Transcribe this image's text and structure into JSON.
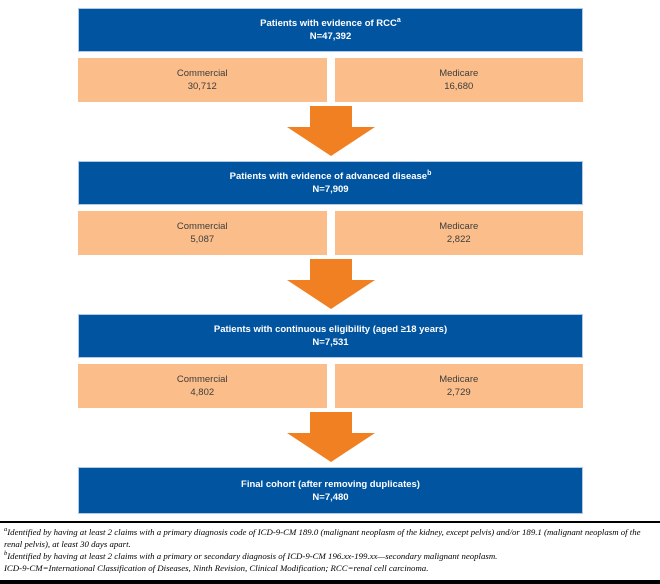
{
  "colors": {
    "stage_header_blue": "#0054A0",
    "stage_header_border": "#B2C9E3",
    "payer_box_peach": "#FBBE8A",
    "arrow_orange": "#F08021",
    "payer_text": "#3D3D3D"
  },
  "stages": [
    {
      "title": "Patients with evidence of RCC",
      "title_sup": "a",
      "n_label": "N=47,392",
      "sub": [
        {
          "label": "Commercial",
          "value": "30,712"
        },
        {
          "label": "Medicare",
          "value": "16,680"
        }
      ]
    },
    {
      "title": "Patients with evidence of advanced disease",
      "title_sup": "b",
      "n_label": "N=7,909",
      "sub": [
        {
          "label": "Commercial",
          "value": "5,087"
        },
        {
          "label": "Medicare",
          "value": "2,822"
        }
      ]
    },
    {
      "title": "Patients with continuous eligibility (aged ≥18 years)",
      "title_sup": "",
      "n_label": "N=7,531",
      "sub": [
        {
          "label": "Commercial",
          "value": "4,802"
        },
        {
          "label": "Medicare",
          "value": "2,729"
        }
      ]
    },
    {
      "title": "Final cohort (after removing duplicates)",
      "title_sup": "",
      "n_label": "N=7,480",
      "sub": []
    }
  ],
  "footnotes": {
    "items": [
      {
        "sup": "a",
        "text": "Identified by having at least 2 claims with a primary diagnosis code of ICD-9-CM 189.0 (malignant neoplasm of the kidney, except pelvis) and/or 189.1 (malignant neoplasm of the renal pelvis), at least 30 days apart."
      },
      {
        "sup": "b",
        "text": "Identified by having at least 2 claims with a primary or secondary diagnosis of ICD-9-CM 196.xx-199.xx—secondary malignant neoplasm."
      },
      {
        "sup": "",
        "text": "ICD-9-CM=International Classification of Diseases, Ninth Revision, Clinical Modification; RCC=renal cell carcinoma."
      }
    ]
  }
}
